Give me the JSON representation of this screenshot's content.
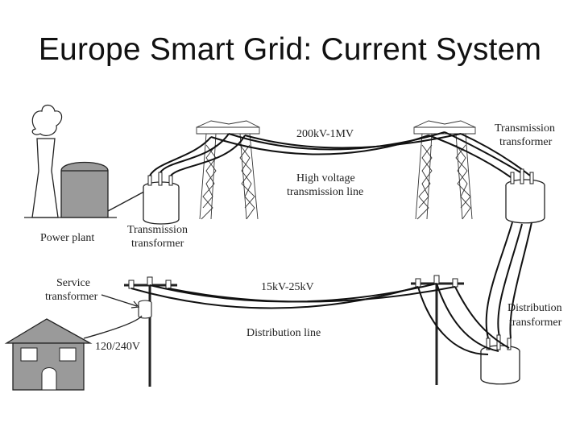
{
  "title": "Europe Smart Grid: Current System",
  "labels": {
    "voltage_high": "200kV-1MV",
    "high_voltage_line": [
      "High voltage",
      "transmission line"
    ],
    "transmission_transformer_right": [
      "Transmission",
      "transformer"
    ],
    "power_plant": "Power plant",
    "transmission_transformer_left": [
      "Transmission",
      "transformer"
    ],
    "service_transformer": [
      "Service",
      "transformer"
    ],
    "voltage_distribution": "15kV-25kV",
    "distribution_line": "Distribution line",
    "distribution_transformer": [
      "Distribution",
      "transformer"
    ],
    "house_voltage": "120/240V"
  }
}
